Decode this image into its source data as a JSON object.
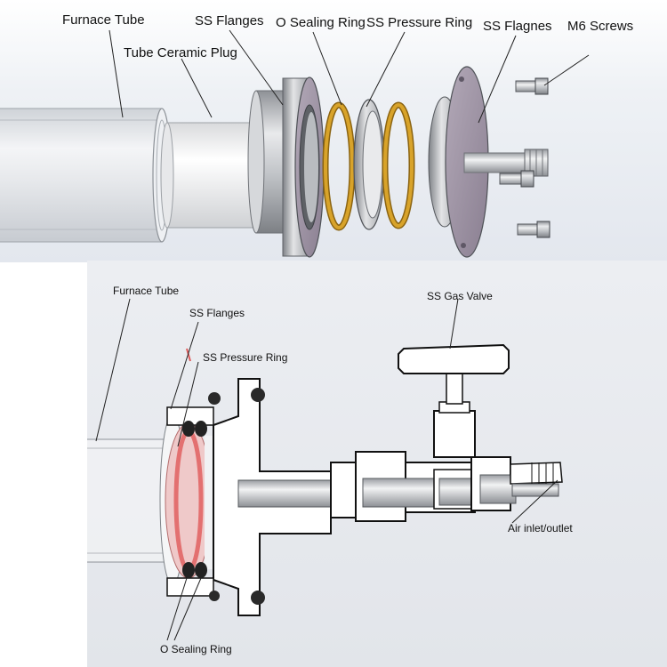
{
  "diagrams": {
    "exploded_view": {
      "labels": {
        "furnace_tube": "Furnace Tube",
        "tube_ceramic_plug": "Tube Ceramic Plug",
        "ss_flanges": "SS Flanges",
        "o_sealing_ring": "O Sealing Ring",
        "ss_pressure_ring": "SS Pressure Ring",
        "ss_flagnes": "SS Flagnes",
        "m6_screws": "M6 Screws"
      }
    },
    "section_view": {
      "labels": {
        "furnace_tube": "Furnace Tube",
        "ss_flanges": "SS Flanges",
        "ss_pressure_ring": "SS Pressure Ring",
        "ss_gas_valve": "SS Gas Valve",
        "air_inlet_outlet": "Air inlet/outlet",
        "o_sealing_ring": "O Sealing Ring"
      }
    }
  },
  "colors": {
    "background_top": "#e9edf3",
    "background_bottom": "#e6e9ee",
    "o_ring_gold": "#c9961e",
    "flange_face": "#9a8fa0",
    "seal_red": "#e05a5a"
  }
}
